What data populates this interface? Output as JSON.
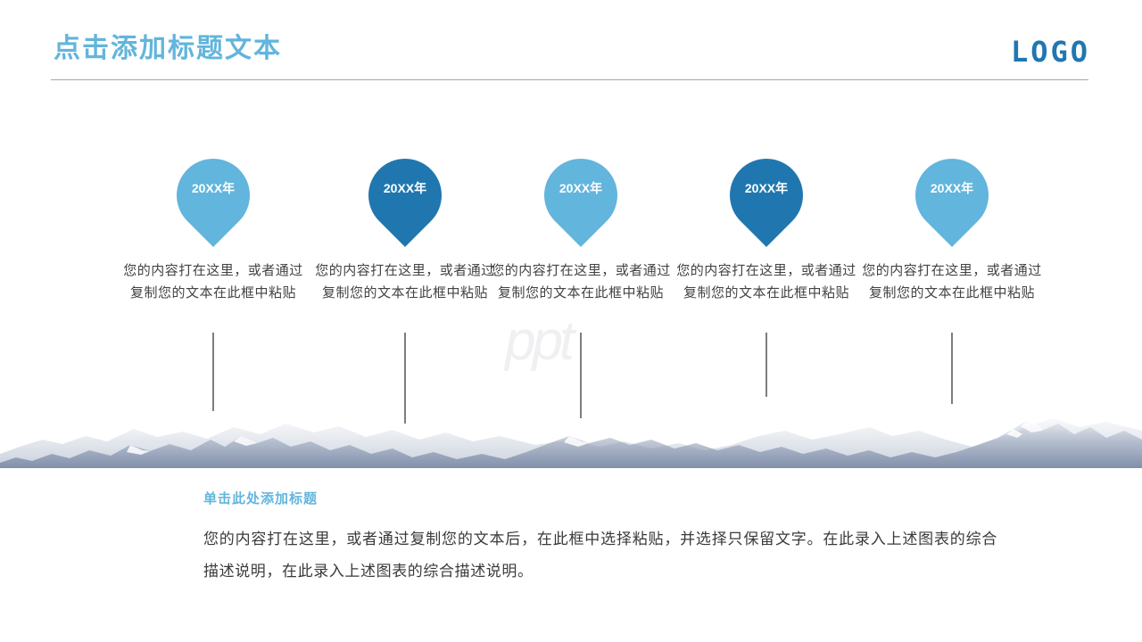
{
  "header": {
    "title": "点击添加标题文本",
    "logo": "LOGO"
  },
  "watermark": "ppt",
  "timeline": {
    "items": [
      {
        "year": "20XX年",
        "caption": "您的内容打在这里，或者通过复制您的文本在此框中粘贴",
        "tone": "light"
      },
      {
        "year": "20XX年",
        "caption": "您的内容打在这里，或者通过复制您的文本在此框中粘贴",
        "tone": "dark"
      },
      {
        "year": "20XX年",
        "caption": "您的内容打在这里，或者通过复制您的文本在此框中粘贴",
        "tone": "light"
      },
      {
        "year": "20XX年",
        "caption": "您的内容打在这里，或者通过复制您的文本在此框中粘贴",
        "tone": "dark"
      },
      {
        "year": "20XX年",
        "caption": "您的内容打在这里，或者通过复制您的文本在此框中粘贴",
        "tone": "light"
      }
    ]
  },
  "footer": {
    "subtitle": "单击此处添加标题",
    "paragraph": "您的内容打在这里，或者通过复制您的文本后，在此框中选择粘贴，并选择只保留文字。在此录入上述图表的综合描述说明，在此录入上述图表的综合描述说明。"
  },
  "colors": {
    "accent_light": "#62b5dc",
    "accent_dark": "#2077b0",
    "body_text": "#434343",
    "rule": "#a8a8a8",
    "stem": "#7d7d7d",
    "mountain": "#9aa6bb"
  }
}
